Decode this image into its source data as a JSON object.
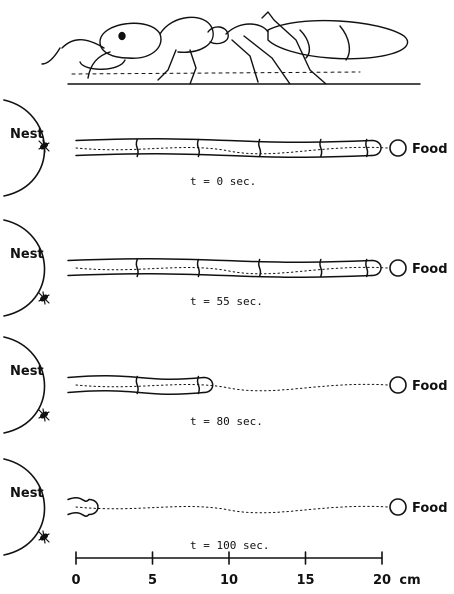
{
  "panels": [
    {
      "nest_label": "Nest",
      "food_label": "Food",
      "time_label": "t = 0  sec.",
      "trail_reach_cm": 20,
      "pheromone_reach_cm": 20
    },
    {
      "nest_label": "Nest",
      "food_label": "Food",
      "time_label": "t = 55  sec.",
      "trail_reach_cm": 20,
      "pheromone_reach_cm": 20
    },
    {
      "nest_label": "Nest",
      "food_label": "Food",
      "time_label": "t = 80  sec.",
      "trail_reach_cm": 9,
      "pheromone_reach_cm": 20
    },
    {
      "nest_label": "Nest",
      "food_label": "Food",
      "time_label": "t = 100  sec.",
      "trail_reach_cm": 1.5,
      "pheromone_reach_cm": 20
    }
  ],
  "scale": {
    "ticks": [
      "0",
      "5",
      "10",
      "15",
      "20"
    ],
    "unit": "cm",
    "range_cm": [
      0,
      20
    ]
  },
  "icons": [
    "ant-illustration-icon",
    "ant-icon",
    "food-circle-icon"
  ],
  "colors": {
    "ink": "#111111",
    "background": "#ffffff"
  }
}
